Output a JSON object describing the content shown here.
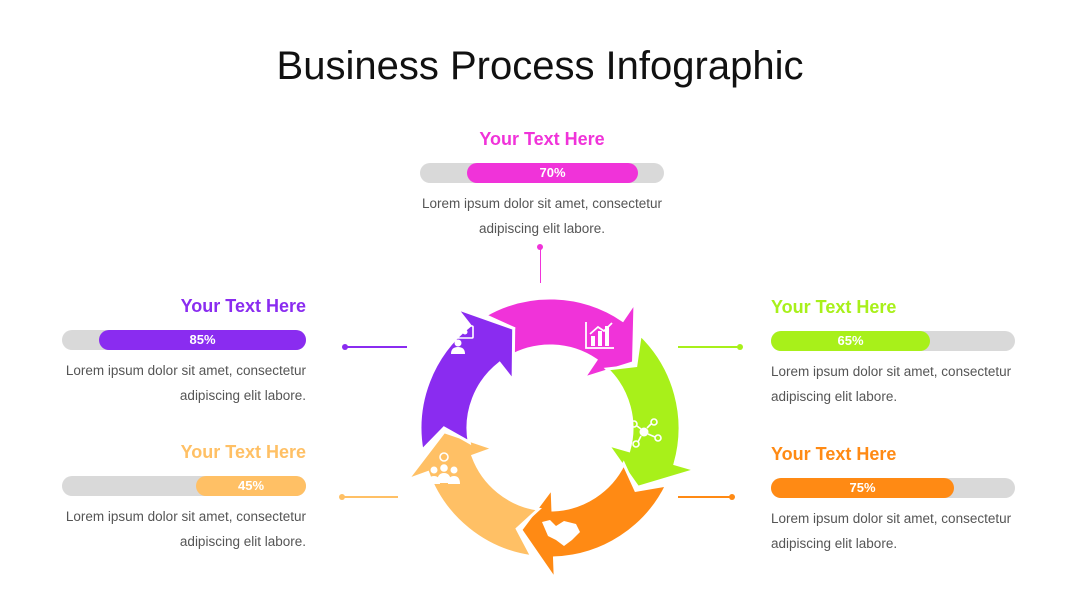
{
  "title": "Business Process Infographic",
  "colors": {
    "magenta": "#f033d9",
    "purple": "#8a2cf0",
    "green": "#a8f01a",
    "orange": "#ff8a14",
    "peach": "#ffc065",
    "track": "#d9d9d9"
  },
  "steps": {
    "top": {
      "heading": "Your Text Here",
      "value": 70,
      "percent_label": "70%",
      "desc_line1": "Lorem ipsum dolor sit amet, consectetur",
      "desc_line2": "adipiscing elit labore.",
      "icon": "bar-chart-icon"
    },
    "left_top": {
      "heading": "Your Text Here",
      "value": 85,
      "percent_label": "85%",
      "desc_line1": "Lorem ipsum dolor sit amet, consectetur",
      "desc_line2": "adipiscing elit labore.",
      "icon": "presenter-icon"
    },
    "right_top": {
      "heading": "Your Text Here",
      "value": 65,
      "percent_label": "65%",
      "desc_line1": "Lorem ipsum dolor sit amet, consectetur",
      "desc_line2": "adipiscing elit labore.",
      "icon": "network-icon"
    },
    "left_bottom": {
      "heading": "Your Text Here",
      "value": 45,
      "percent_label": "45%",
      "desc_line1": "Lorem ipsum dolor sit amet, consectetur",
      "desc_line2": "adipiscing elit labore.",
      "icon": "team-idea-icon"
    },
    "right_bottom": {
      "heading": "Your Text Here",
      "value": 75,
      "percent_label": "75%",
      "desc_line1": "Lorem ipsum dolor sit amet, consectetur",
      "desc_line2": "adipiscing elit labore.",
      "icon": "handshake-icon"
    }
  }
}
